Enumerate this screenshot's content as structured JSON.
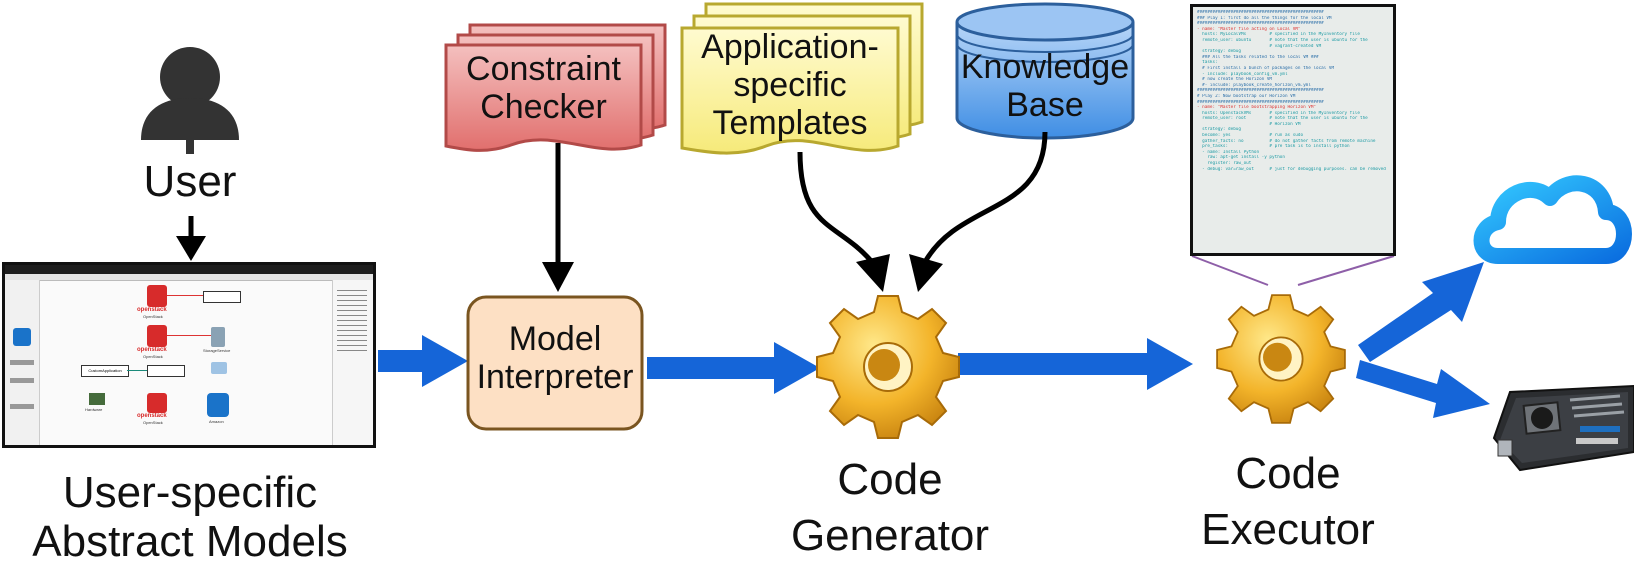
{
  "user": {
    "label": "User"
  },
  "models": {
    "label_line1": "User-specific",
    "label_line2": "Abstract Models"
  },
  "constraint_checker": {
    "line1": "Constraint",
    "line2": "Checker"
  },
  "templates": {
    "line1": "Application-",
    "line2": "specific",
    "line3": "Templates"
  },
  "knowledge_base": {
    "line1": "Knowledge",
    "line2": "Base"
  },
  "model_interpreter": {
    "line1": "Model",
    "line2": "Interpreter"
  },
  "code_generator": {
    "line1": "Code",
    "line2": "Generator"
  },
  "code_executor": {
    "line1": "Code",
    "line2": "Executor"
  },
  "code_listing": [
    {
      "t": "#################################################",
      "c": "c-hash"
    },
    {
      "t": "### Play 1: first do all the things for the local VM",
      "c": "c-hash"
    },
    {
      "t": "#################################################",
      "c": "c-hash"
    },
    {
      "t": "- name: \"Master file acting on Local VM\"",
      "c": "c-red"
    },
    {
      "t": "  hosts: MyLocalVMs         # specified in the MyInventory file",
      "c": "c-teal"
    },
    {
      "t": "  remote_user: ubuntu       # note that the user is ubuntu for the",
      "c": "c-teal"
    },
    {
      "t": "                            # vagrant-created VM",
      "c": "c-teal"
    },
    {
      "t": "",
      "c": ""
    },
    {
      "t": "  strategy: debug",
      "c": "c-teal"
    },
    {
      "t": "",
      "c": ""
    },
    {
      "t": "  ### All the tasks related to the local VM ###",
      "c": "c-hash"
    },
    {
      "t": "  tasks:",
      "c": "c-teal"
    },
    {
      "t": "",
      "c": ""
    },
    {
      "t": "  # First install a bunch of packages on the local VM",
      "c": "c-hash"
    },
    {
      "t": "  - include: playbook_config_vm.yml",
      "c": "c-teal"
    },
    {
      "t": "",
      "c": ""
    },
    {
      "t": "  # now create the Horizon VM",
      "c": "c-hash"
    },
    {
      "t": "  #- include: playbook_create_horizon_vm.yml",
      "c": "c-hash"
    },
    {
      "t": "",
      "c": ""
    },
    {
      "t": "#################################################",
      "c": "c-hash"
    },
    {
      "t": "# Play 2: Now bootstrap our Horizon VM",
      "c": "c-hash"
    },
    {
      "t": "#################################################",
      "c": "c-hash"
    },
    {
      "t": "- name: \"Master file bootstrapping Horizon VM\"",
      "c": "c-red"
    },
    {
      "t": "  hosts: OpenstackVMs       # specified in the MyInventory file",
      "c": "c-teal"
    },
    {
      "t": "  remote_user: root         # note that the user is ubuntu for the",
      "c": "c-teal"
    },
    {
      "t": "                            # Horizon VM",
      "c": "c-teal"
    },
    {
      "t": "",
      "c": ""
    },
    {
      "t": "  strategy: debug",
      "c": "c-teal"
    },
    {
      "t": "  become: yes               # run as sudo",
      "c": "c-teal"
    },
    {
      "t": "  gather_facts: no          # do not gather facts from remote machine",
      "c": "c-teal"
    },
    {
      "t": "",
      "c": ""
    },
    {
      "t": "  pre_tasks:                # pre task is to install python",
      "c": "c-teal"
    },
    {
      "t": "  - name: Install Python",
      "c": "c-teal"
    },
    {
      "t": "    raw: apt-get install -y python",
      "c": "c-teal"
    },
    {
      "t": "    register: raw_out",
      "c": "c-teal"
    },
    {
      "t": "",
      "c": ""
    },
    {
      "t": "  - debug: var=raw_out      # just for debugging purposes. can be removed",
      "c": "c-teal"
    }
  ],
  "screenshot": {
    "node_openstack_1": "openstack",
    "node_openstack_2": "openstack",
    "node_openstack_3": "openstack",
    "node_caption_1": "OpenStack",
    "node_caption_2": "OpenStack",
    "node_caption_3": "OpenStack",
    "node_storage": "StorageService",
    "node_amazon": "Amazon",
    "node_custom": "CustomApplication",
    "node_hardware": "Hardware"
  }
}
